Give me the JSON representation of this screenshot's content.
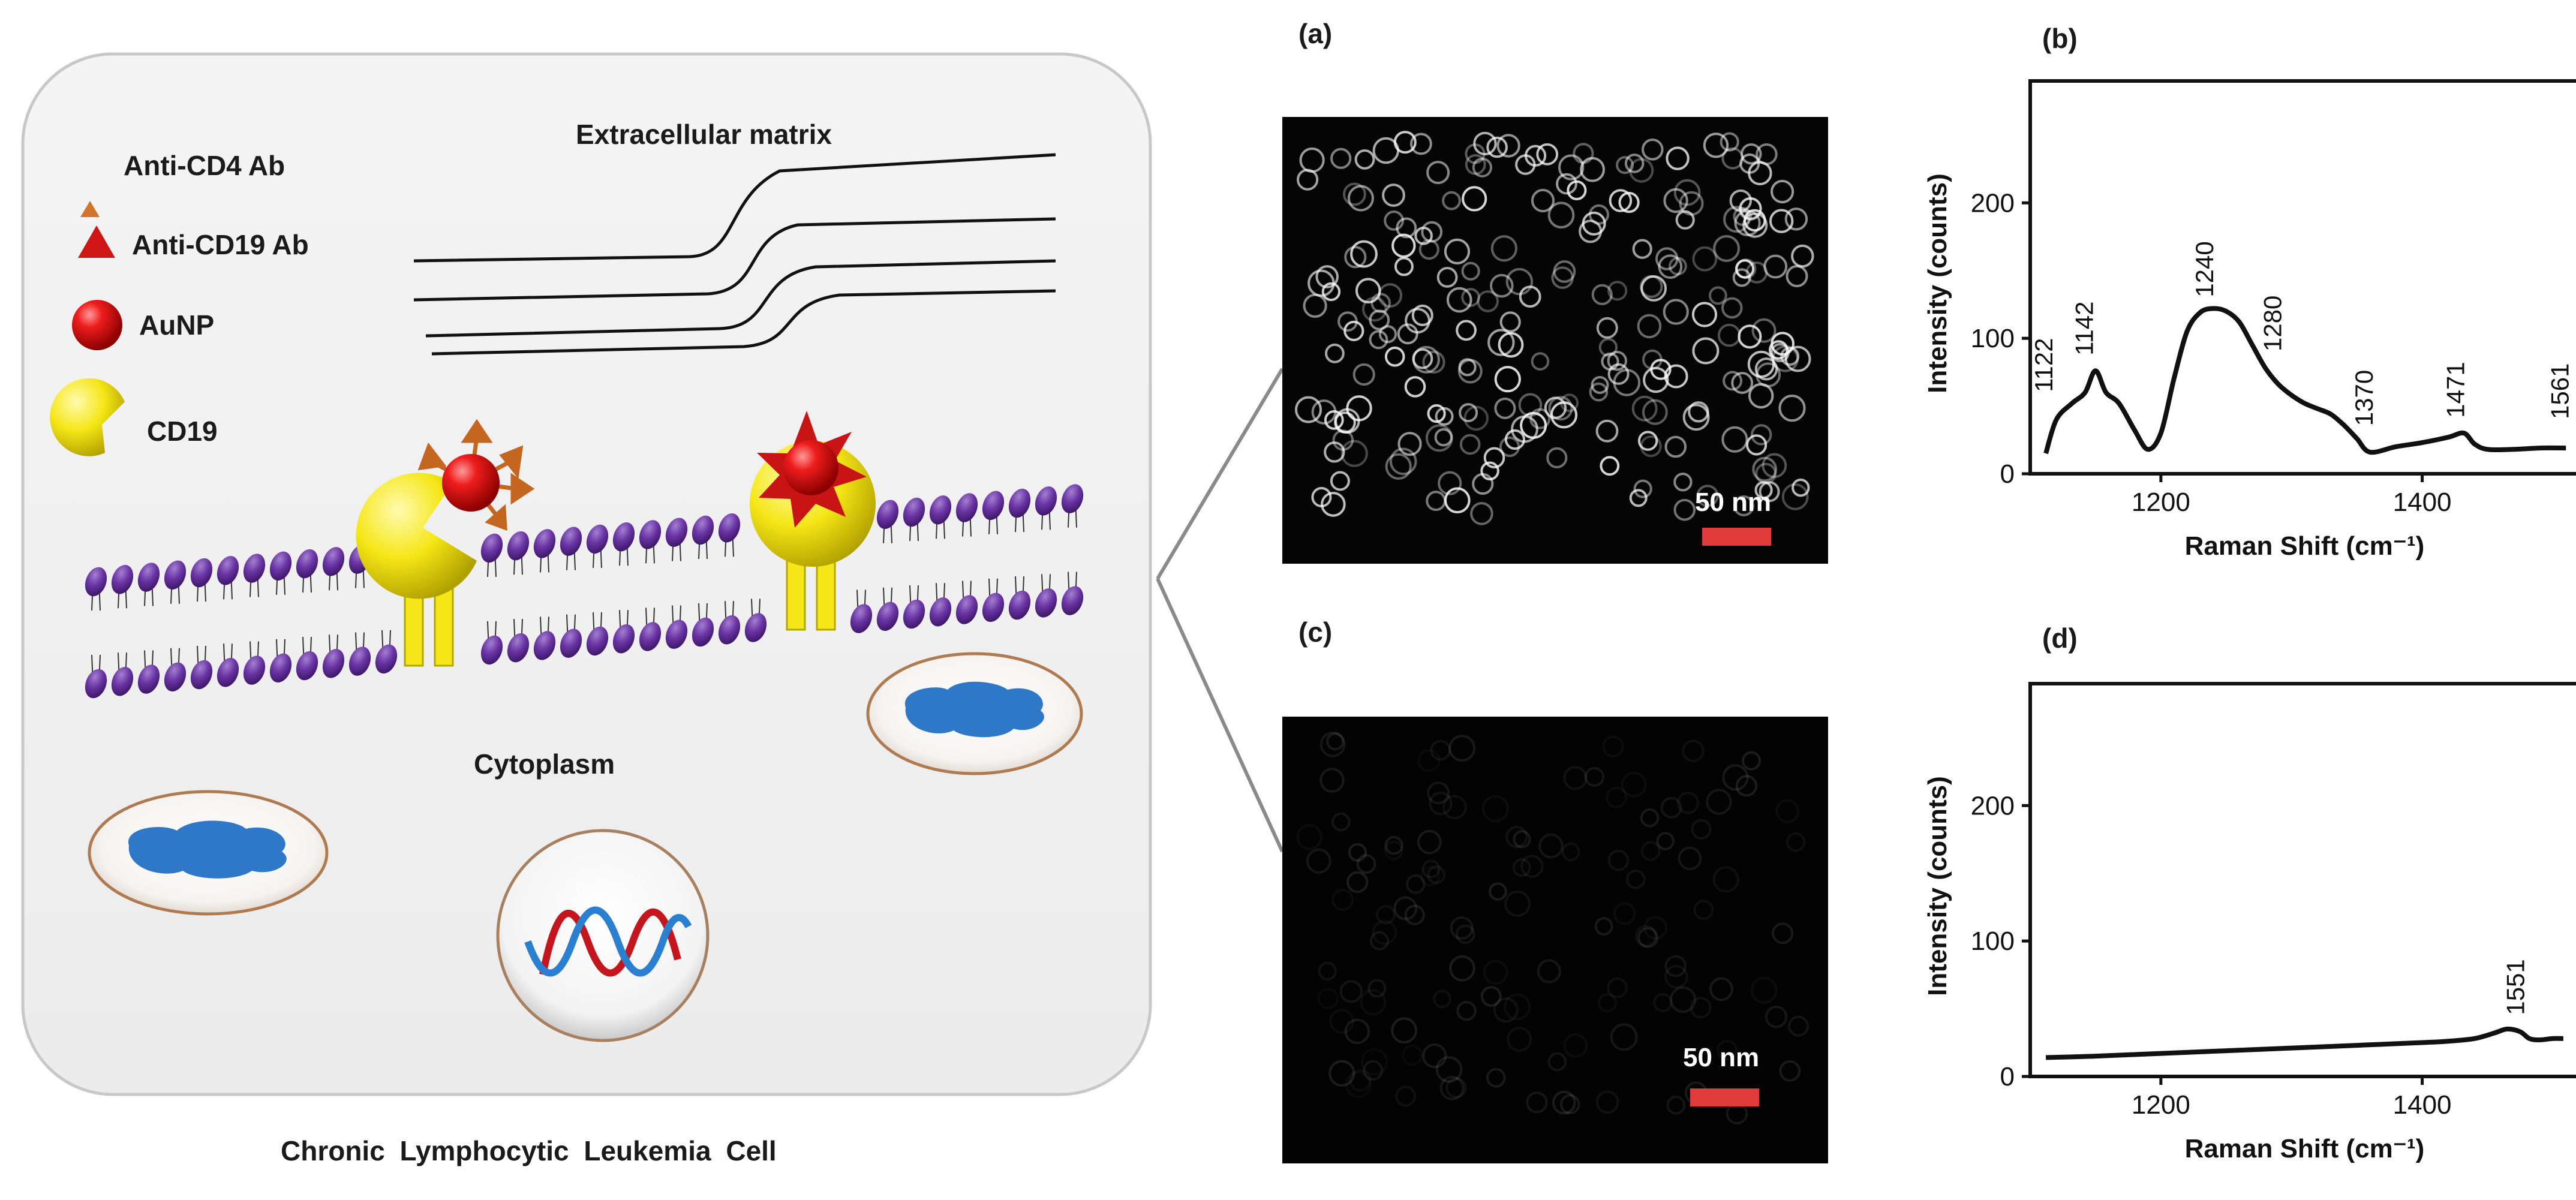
{
  "schematic": {
    "legend": {
      "anti_cd4": "Anti-CD4 Ab",
      "anti_cd19": "Anti-CD19 Ab",
      "aunp": "AuNP",
      "cd19": "CD19"
    },
    "extracellular_label": "Extracellular matrix",
    "cytoplasm_label": "Cytoplasm",
    "caption": "Chronic Lymphocytic Leukemia Cell",
    "colors": {
      "cell_bg": "#f1f1f1",
      "lipid_head": "#5b2a8c",
      "receptor": "#f5e617",
      "aunp": "#e01010",
      "antibody_orange": "#d4742a",
      "antibody_red": "#c41010",
      "organelle": "#2f78c8",
      "dna_red": "#c4161c",
      "dna_blue": "#2a7fd0"
    }
  },
  "panel_labels": {
    "a": "(a)",
    "b": "(b)",
    "c": "(c)",
    "d": "(d)"
  },
  "micrographs": {
    "a": {
      "scale_label": "50 nm",
      "brightness": "bright"
    },
    "c": {
      "scale_label": "50 nm",
      "brightness": "dark"
    },
    "scale_bar_color": "#e03a3a"
  },
  "chart_data": [
    {
      "panel": "(b)",
      "type": "line",
      "xlabel": "Raman Shift (cm⁻¹)",
      "ylabel": "Intensity (counts)",
      "xlim": [
        1100,
        1520
      ],
      "ylim": [
        0,
        290
      ],
      "xticks": [
        1200,
        1400
      ],
      "yticks": [
        0,
        100,
        200
      ],
      "series": [
        {
          "x": [
            1112,
            1120,
            1132,
            1142,
            1150,
            1158,
            1168,
            1180,
            1190,
            1200,
            1210,
            1220,
            1230,
            1240,
            1250,
            1260,
            1270,
            1280,
            1290,
            1300,
            1310,
            1320,
            1330,
            1340,
            1350,
            1360,
            1380,
            1400,
            1420,
            1432,
            1440,
            1450,
            1470,
            1490,
            1510
          ],
          "y": [
            15,
            40,
            52,
            60,
            76,
            60,
            52,
            32,
            18,
            30,
            70,
            105,
            119,
            122,
            120,
            112,
            95,
            78,
            66,
            58,
            52,
            48,
            44,
            36,
            26,
            16,
            20,
            23,
            27,
            30,
            22,
            18,
            18,
            19,
            19
          ]
        }
      ],
      "annotations": [
        "1122",
        "1142",
        "1240",
        "1280",
        "1370",
        "1471",
        "1561"
      ]
    },
    {
      "panel": "(d)",
      "type": "line",
      "xlabel": "Raman Shift (cm⁻¹)",
      "ylabel": "Intensity (counts)",
      "xlim": [
        1100,
        1520
      ],
      "ylim": [
        0,
        290
      ],
      "xticks": [
        1200,
        1400
      ],
      "yticks": [
        0,
        100,
        200
      ],
      "series": [
        {
          "x": [
            1112,
            1150,
            1200,
            1250,
            1300,
            1350,
            1400,
            1420,
            1440,
            1455,
            1465,
            1475,
            1482,
            1490,
            1500,
            1508
          ],
          "y": [
            14,
            15,
            17,
            19,
            21,
            23,
            25,
            26,
            28,
            32,
            35,
            33,
            28,
            27,
            28,
            28
          ]
        }
      ],
      "annotations": [
        "1551"
      ]
    }
  ]
}
